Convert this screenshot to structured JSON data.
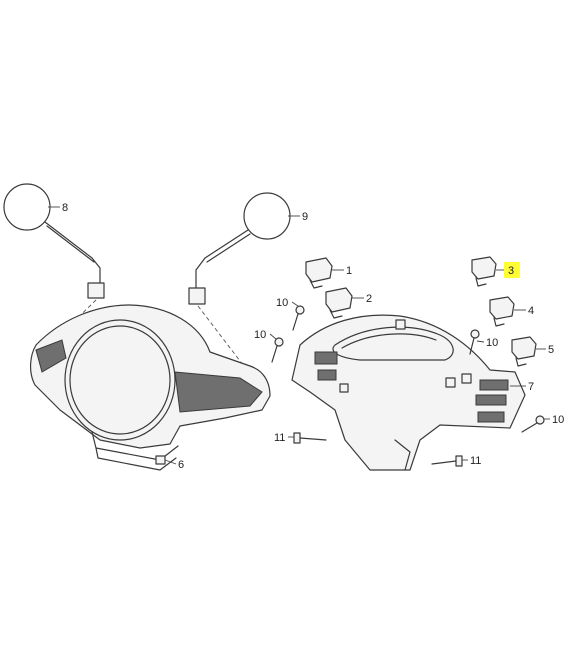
{
  "callouts": {
    "c1": "1",
    "c2": "2",
    "c3": "3",
    "c4": "4",
    "c5": "5",
    "c6": "6",
    "c7": "7",
    "c8": "8",
    "c9": "9",
    "c10a": "10",
    "c10b": "10",
    "c10c": "10",
    "c10d": "10",
    "c11a": "11",
    "c11b": "11"
  },
  "highlight_color": "#ffff33"
}
